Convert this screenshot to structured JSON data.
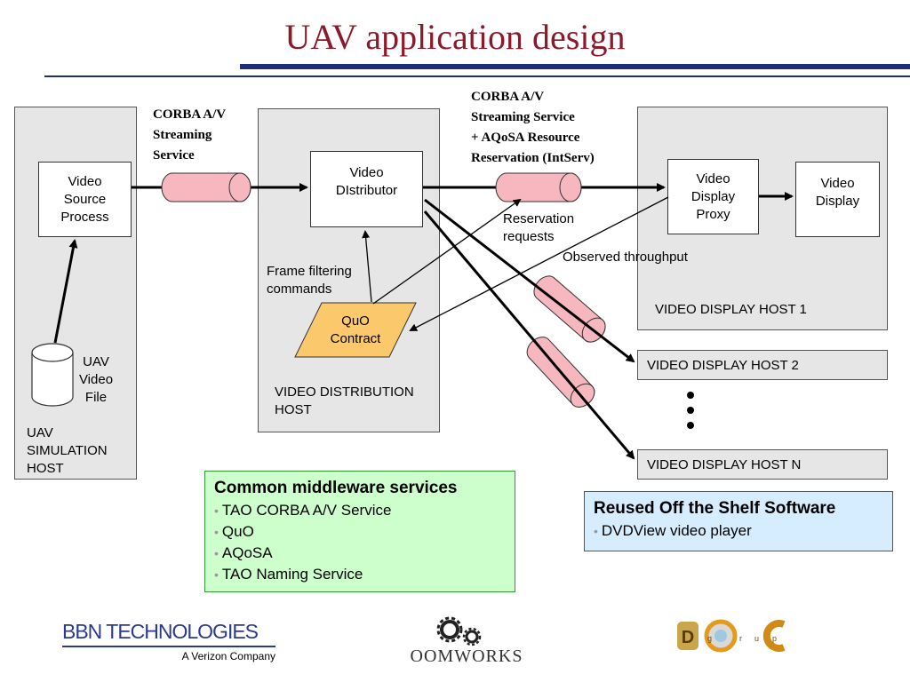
{
  "title": "UAV application design",
  "hosts": {
    "uav_simulation": "UAV\nSIMULATION\nHOST",
    "video_distribution": "VIDEO DISTRIBUTION\nHOST",
    "display_host_1": "VIDEO DISPLAY HOST 1",
    "display_host_2": "VIDEO DISPLAY HOST 2",
    "display_host_n": "VIDEO DISPLAY HOST N"
  },
  "components": {
    "video_source_process": "Video\nSource\nProcess",
    "uav_video_file": "UAV\nVideo\nFile",
    "video_distributor": "Video\nDIstributor",
    "quo_contract": "QuO\nContract",
    "video_display_proxy": "Video\nDisplay\nProxy",
    "video_display": "Video\nDisplay"
  },
  "labels": {
    "corba_streaming_1": "CORBA A/V\nStreaming\nService",
    "corba_streaming_2": "CORBA A/V\nStreaming Service\n+ AQoSA Resource\nReservation (IntServ)",
    "frame_filtering": "Frame filtering\ncommands",
    "reservation_requests": "Reservation\nrequests",
    "observed_throughput": "Observed throughput"
  },
  "middleware": {
    "title": "Common middleware services",
    "items": [
      "TAO CORBA  A/V Service",
      "QuO",
      "AQoSA",
      "TAO Naming Service"
    ]
  },
  "reused": {
    "title": "Reused Off the Shelf Software",
    "items": [
      "DVDView video player"
    ]
  },
  "logos": {
    "bbn_name": "BBN TECHNOLOGIES",
    "bbn_sub": "A Verizon Company",
    "oomworks": "OOMWORKS",
    "doc_group": "DOC group"
  },
  "colors": {
    "title": "#8b1a2b",
    "rule": "#1f2f73",
    "host_fill": "#e6e6e6",
    "pipe_fill": "#f7b7bf",
    "quo_fill": "#fbc96b",
    "middleware_fill": "#ccffcc",
    "reused_fill": "#d6ecff"
  }
}
